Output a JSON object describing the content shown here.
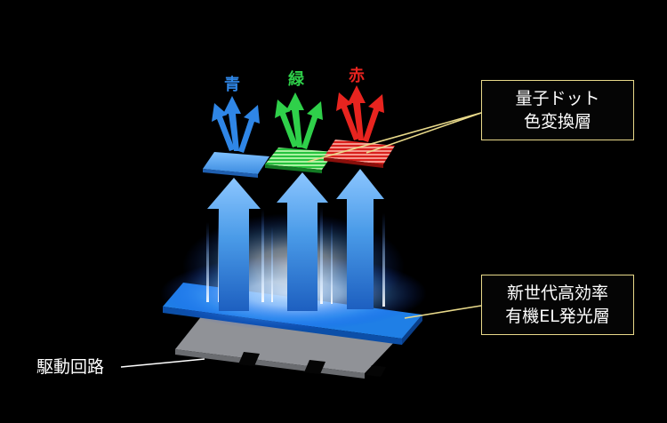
{
  "colors": {
    "blue": "#2f86e6",
    "green": "#2fd04a",
    "red": "#e8241f",
    "frame": "#e8d98a",
    "oled_layer": "#1f7fe6",
    "drive_circuit": "#8d8f94"
  },
  "color_labels": {
    "blue": "青",
    "green": "緑",
    "red": "赤"
  },
  "callouts": {
    "qd": {
      "line1": "量子ドット",
      "line2": "色変換層"
    },
    "oled": {
      "line1": "新世代高効率",
      "line2": "有機EL発光層"
    },
    "drive": "駆動回路"
  }
}
